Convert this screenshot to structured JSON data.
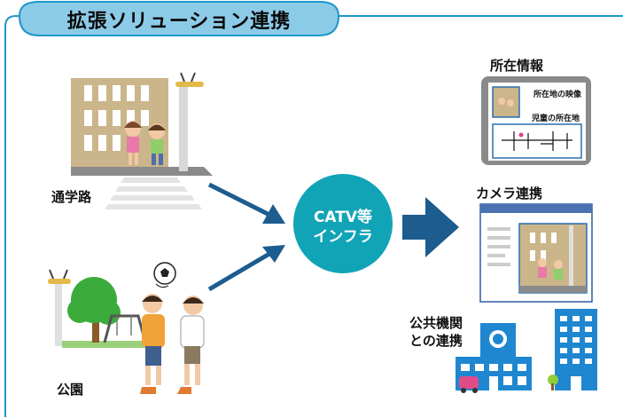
{
  "title": "拡張ソリューション連携",
  "nodes": {
    "school_route": "通学路",
    "park": "公園",
    "hub_line1": "CATV等",
    "hub_line2": "インフラ",
    "location_info": "所在情報",
    "camera_link": "カメラ連携",
    "public_line1": "公共機関",
    "public_line2": "との連携"
  },
  "location_panel": {
    "video_label": "所在地の映像",
    "child_location_label": "児童の所在地"
  },
  "colors": {
    "title_tab": "#8ccbe7",
    "frame_line": "#1f97c9",
    "hub": "#11a4b6",
    "arrow": "#1d5c8e",
    "building_blue": "#1f87d0"
  }
}
